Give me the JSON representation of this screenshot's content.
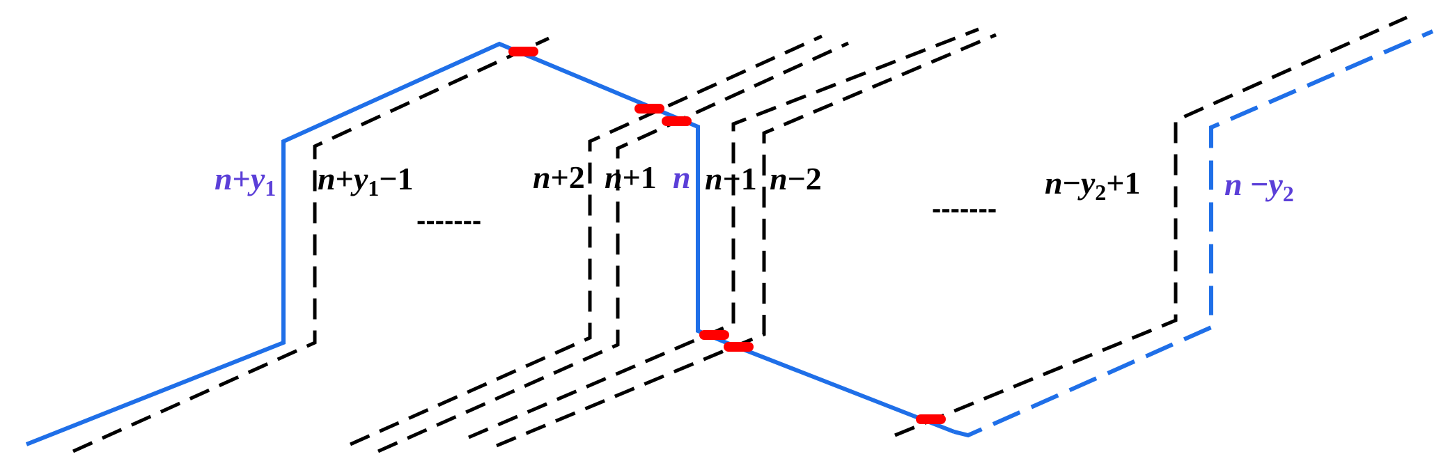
{
  "colors": {
    "highlight": "#1F6FE8",
    "grid": "#000000",
    "crossing": "#FF0000",
    "highlight_label": "#5B3FD8",
    "plain_label": "#000000"
  },
  "labels": {
    "n_plus_y1": {
      "a": "n",
      "b": "+",
      "c": "y",
      "sub": "1"
    },
    "n_plus_y1_minus_1": {
      "a": "n",
      "b": "+",
      "c": "y",
      "sub": "1",
      "d": "−1"
    },
    "n_plus_2": {
      "a": "n",
      "b": "+2"
    },
    "n_plus_1": {
      "a": "n",
      "b": "+1"
    },
    "n": {
      "a": "n"
    },
    "n_minus_1": {
      "a": "n",
      "b": "−1"
    },
    "n_minus_2": {
      "a": "n",
      "b": "−2"
    },
    "n_minus_y2_plus_1": {
      "a": "n",
      "b": "−",
      "c": "y",
      "sub": "2",
      "d": "+1"
    },
    "n_minus_y2": {
      "a": "n",
      "b": " −",
      "c": "y",
      "sub": "2"
    }
  },
  "ellipses": [
    "-------",
    "-------"
  ]
}
